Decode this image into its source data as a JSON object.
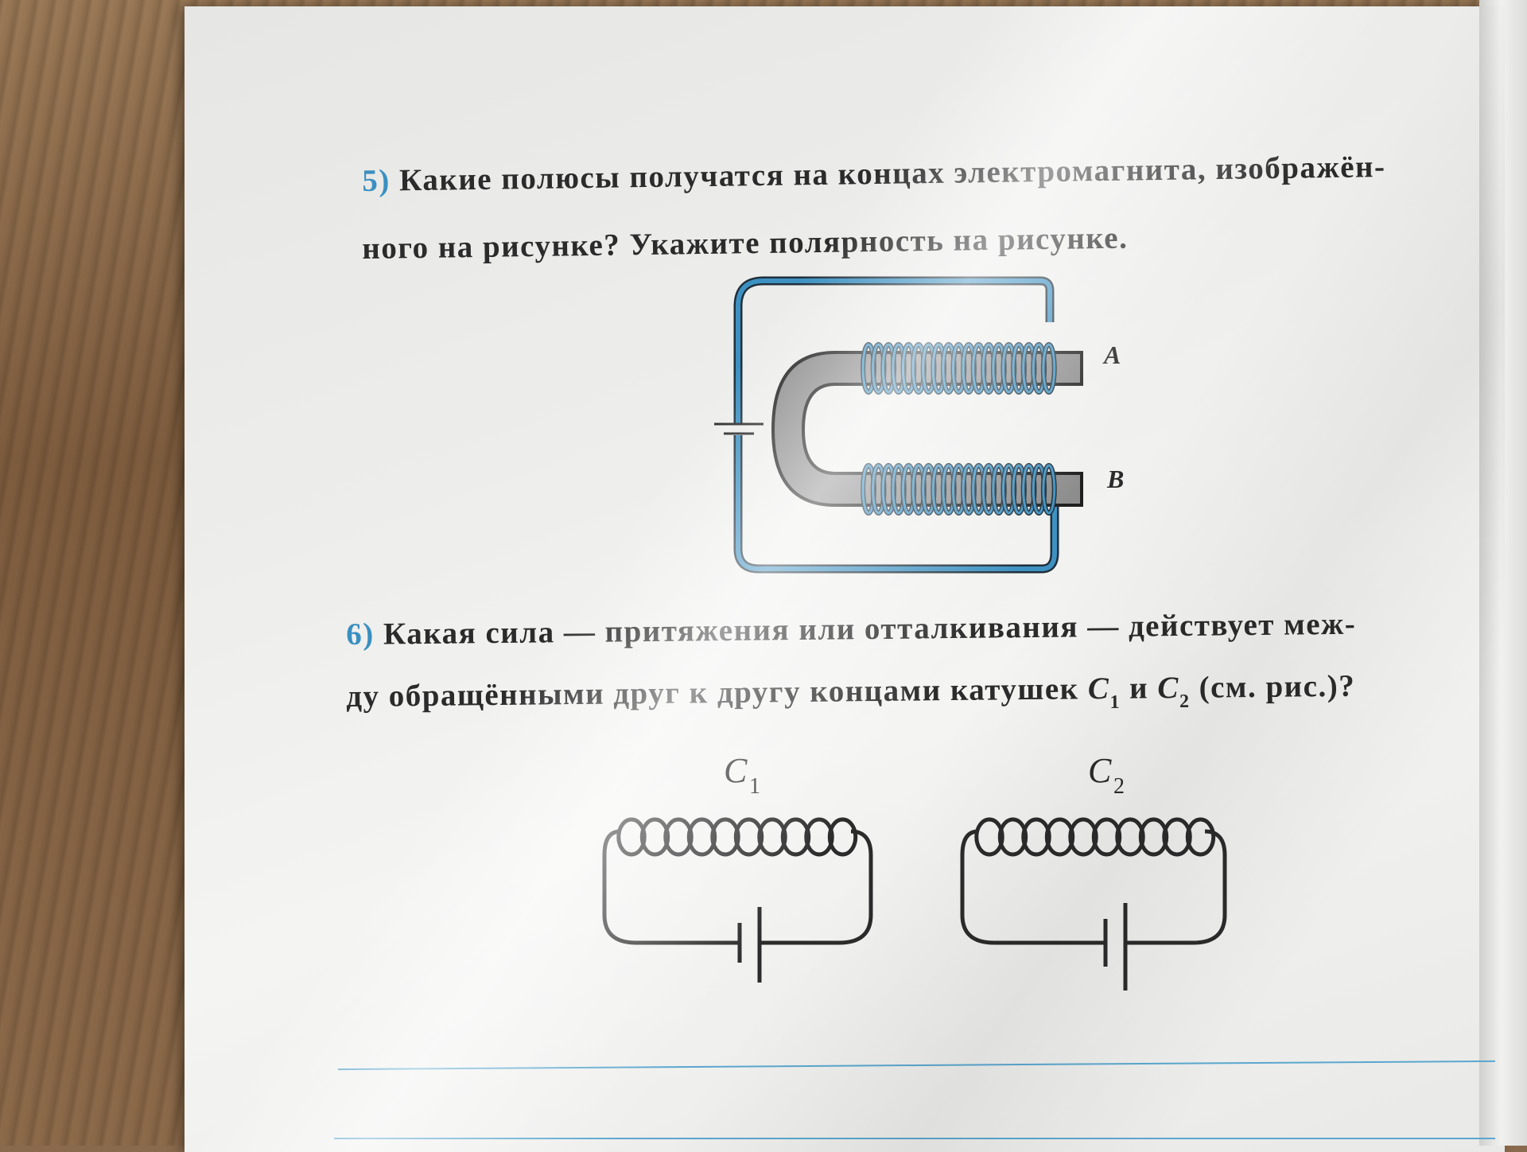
{
  "q5": {
    "number": "5)",
    "line1": "Какие полюсы получатся на концах электромагнита, изображён-",
    "line2": "ного на рисунке? Укажите полярность на рисунке."
  },
  "figure1": {
    "label_a": "A",
    "label_b": "B"
  },
  "q6": {
    "number": "6)",
    "line1": "Какая сила — притяжения или отталкивания — действует меж-",
    "line2_a": "ду обращёнными друг к другу концами катушек ",
    "c1_letter": "C",
    "c1_sub": "1",
    "and": " и ",
    "c2_letter": "C",
    "c2_sub": "2",
    "line2_end": " (см. рис.)?"
  },
  "figure2": {
    "coil1_letter": "C",
    "coil1_sub": "1",
    "coil2_letter": "C",
    "coil2_sub": "2"
  },
  "colors": {
    "accent": "#3a8fc0",
    "wire": "#2f7fae",
    "core": "#8d8d8d",
    "ink": "#2b2b2b"
  }
}
